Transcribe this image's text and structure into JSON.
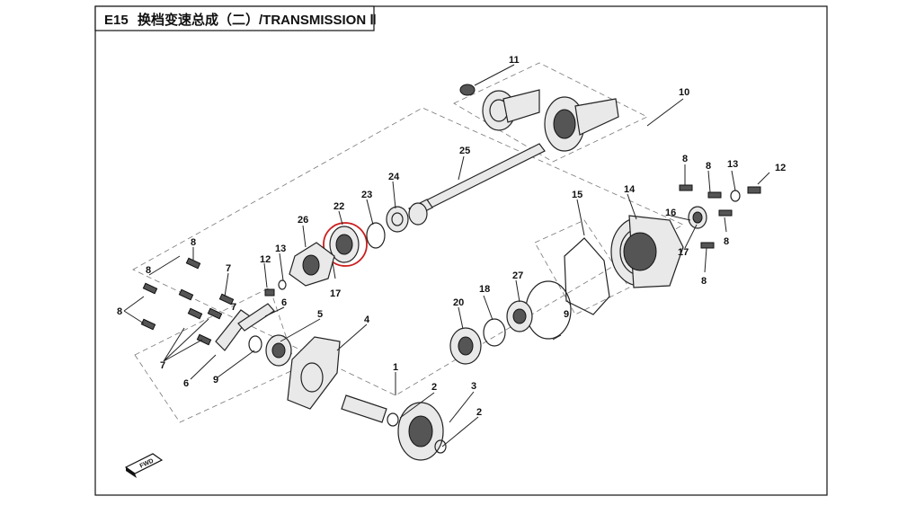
{
  "header": {
    "code": "E15",
    "title": "换档变速总成（二）/TRANSMISSION Ⅱ"
  },
  "callouts": [
    "1",
    "2",
    "3",
    "2",
    "4",
    "5",
    "6",
    "6",
    "7",
    "7",
    "7",
    "8",
    "8",
    "8",
    "8",
    "8",
    "8",
    "8",
    "9",
    "9",
    "10",
    "11",
    "12",
    "12",
    "13",
    "13",
    "14",
    "15",
    "16",
    "17",
    "17",
    "18",
    "20",
    "22",
    "23",
    "24",
    "25",
    "26",
    "27"
  ],
  "badge": "FWD"
}
